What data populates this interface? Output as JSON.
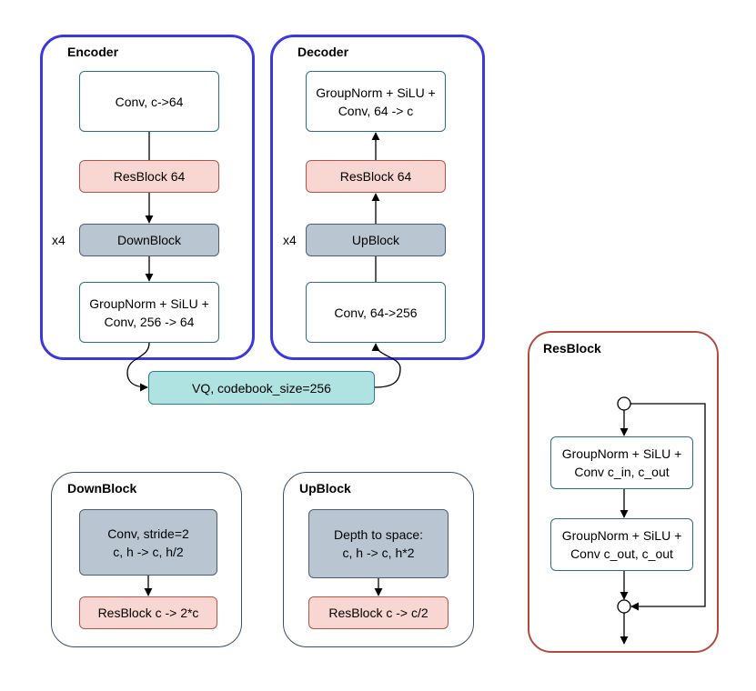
{
  "encoder": {
    "title": "Encoder",
    "conv_in": "Conv, c->64",
    "resblock": "ResBlock 64",
    "repeat": "x4",
    "downblock": "DownBlock",
    "norm_out": "GroupNorm + SiLU +\nConv, 256 -> 64"
  },
  "decoder": {
    "title": "Decoder",
    "norm_out": "GroupNorm + SiLU +\nConv, 64 -> c",
    "resblock": "ResBlock 64",
    "repeat": "x4",
    "upblock": "UpBlock",
    "conv_in": "Conv, 64->256"
  },
  "vq": {
    "label": "VQ, codebook_size=256"
  },
  "downblock_def": {
    "title": "DownBlock",
    "conv": "Conv, stride=2\nc, h -> c, h/2",
    "resblock": "ResBlock c -> 2*c"
  },
  "upblock_def": {
    "title": "UpBlock",
    "depth": "Depth to space:\nc, h -> c, h*2",
    "resblock": "ResBlock c -> c/2"
  },
  "resblock_def": {
    "title": "ResBlock",
    "layer1": "GroupNorm + SiLU +\nConv c_in, c_out",
    "layer2": "GroupNorm + SiLU +\nConv c_out, c_out"
  },
  "colors": {
    "encoder_border": "#3b38e0",
    "decoder_border": "#3b38e0",
    "resblock_border": "#b24a3f",
    "def_border": "#3b4f66"
  }
}
